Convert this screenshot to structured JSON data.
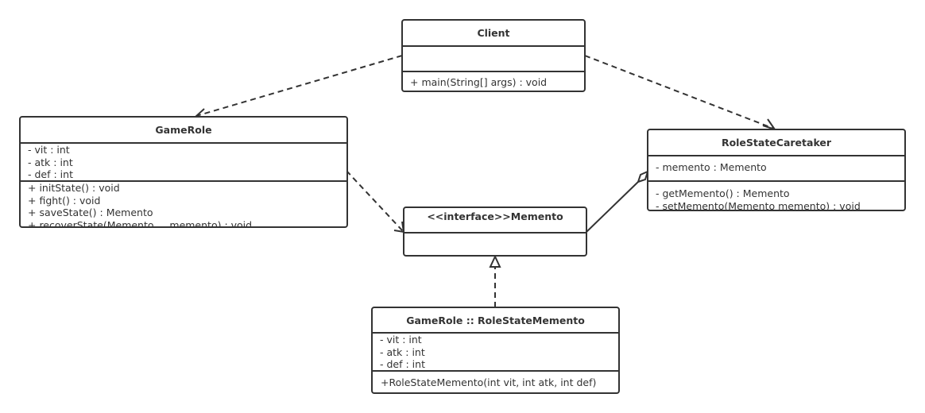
{
  "classes": {
    "client": {
      "name": "Client",
      "attributes": [],
      "methods": [
        "+ main(String[] args) : void"
      ]
    },
    "gamerole": {
      "name": "GameRole",
      "attributes": [
        "- vit : int",
        "- atk : int",
        "- def : int"
      ],
      "methods": [
        "+ initState() : void",
        "+ fight() : void",
        "+ saveState() : Memento",
        "+ recoverState(Memento     memento) : void"
      ]
    },
    "caretaker": {
      "name": "RoleStateCaretaker",
      "attributes": [
        "- memento : Memento"
      ],
      "methods": [
        "- getMemento() : Memento",
        "- setMemento(Memento memento) : void"
      ]
    },
    "memento": {
      "name": "<<interface>>Memento",
      "attributes": [],
      "methods": []
    },
    "rsm": {
      "name": "GameRole :: RoleStateMemento",
      "attributes": [
        "- vit : int",
        "- atk : int",
        "- def : int"
      ],
      "methods": [
        "+RoleStateMemento(int vit, int atk, int def)"
      ]
    }
  },
  "relations": [
    {
      "from": "Client",
      "to": "GameRole",
      "type": "dependency"
    },
    {
      "from": "Client",
      "to": "RoleStateCaretaker",
      "type": "dependency"
    },
    {
      "from": "GameRole",
      "to": "<<interface>>Memento",
      "type": "dependency"
    },
    {
      "from": "RoleStateCaretaker",
      "to": "<<interface>>Memento",
      "type": "aggregation"
    },
    {
      "from": "GameRole :: RoleStateMemento",
      "to": "<<interface>>Memento",
      "type": "realization"
    }
  ],
  "colors": {
    "line": "#333333",
    "background": "#ffffff"
  }
}
